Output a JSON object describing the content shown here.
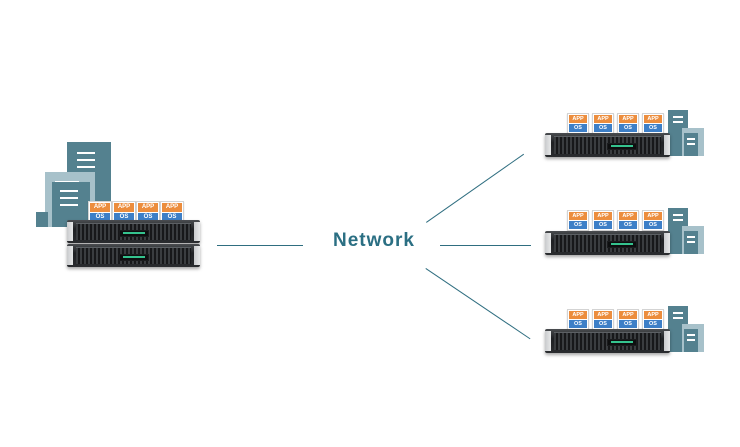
{
  "diagram": {
    "network_label": "Network",
    "card_app_label": "APP",
    "card_os_label": "OS",
    "colors": {
      "line": "#2f6e80",
      "label": "#2b6f83",
      "building_dark": "#54818f",
      "building_light": "#a7c1ca",
      "app_tile": "#ec8d3d",
      "os_tile": "#3d7fc7",
      "server_led": "#35c38e"
    },
    "icons": [
      "office-building-icon",
      "server-rack-icon",
      "app-os-card-icon"
    ]
  }
}
